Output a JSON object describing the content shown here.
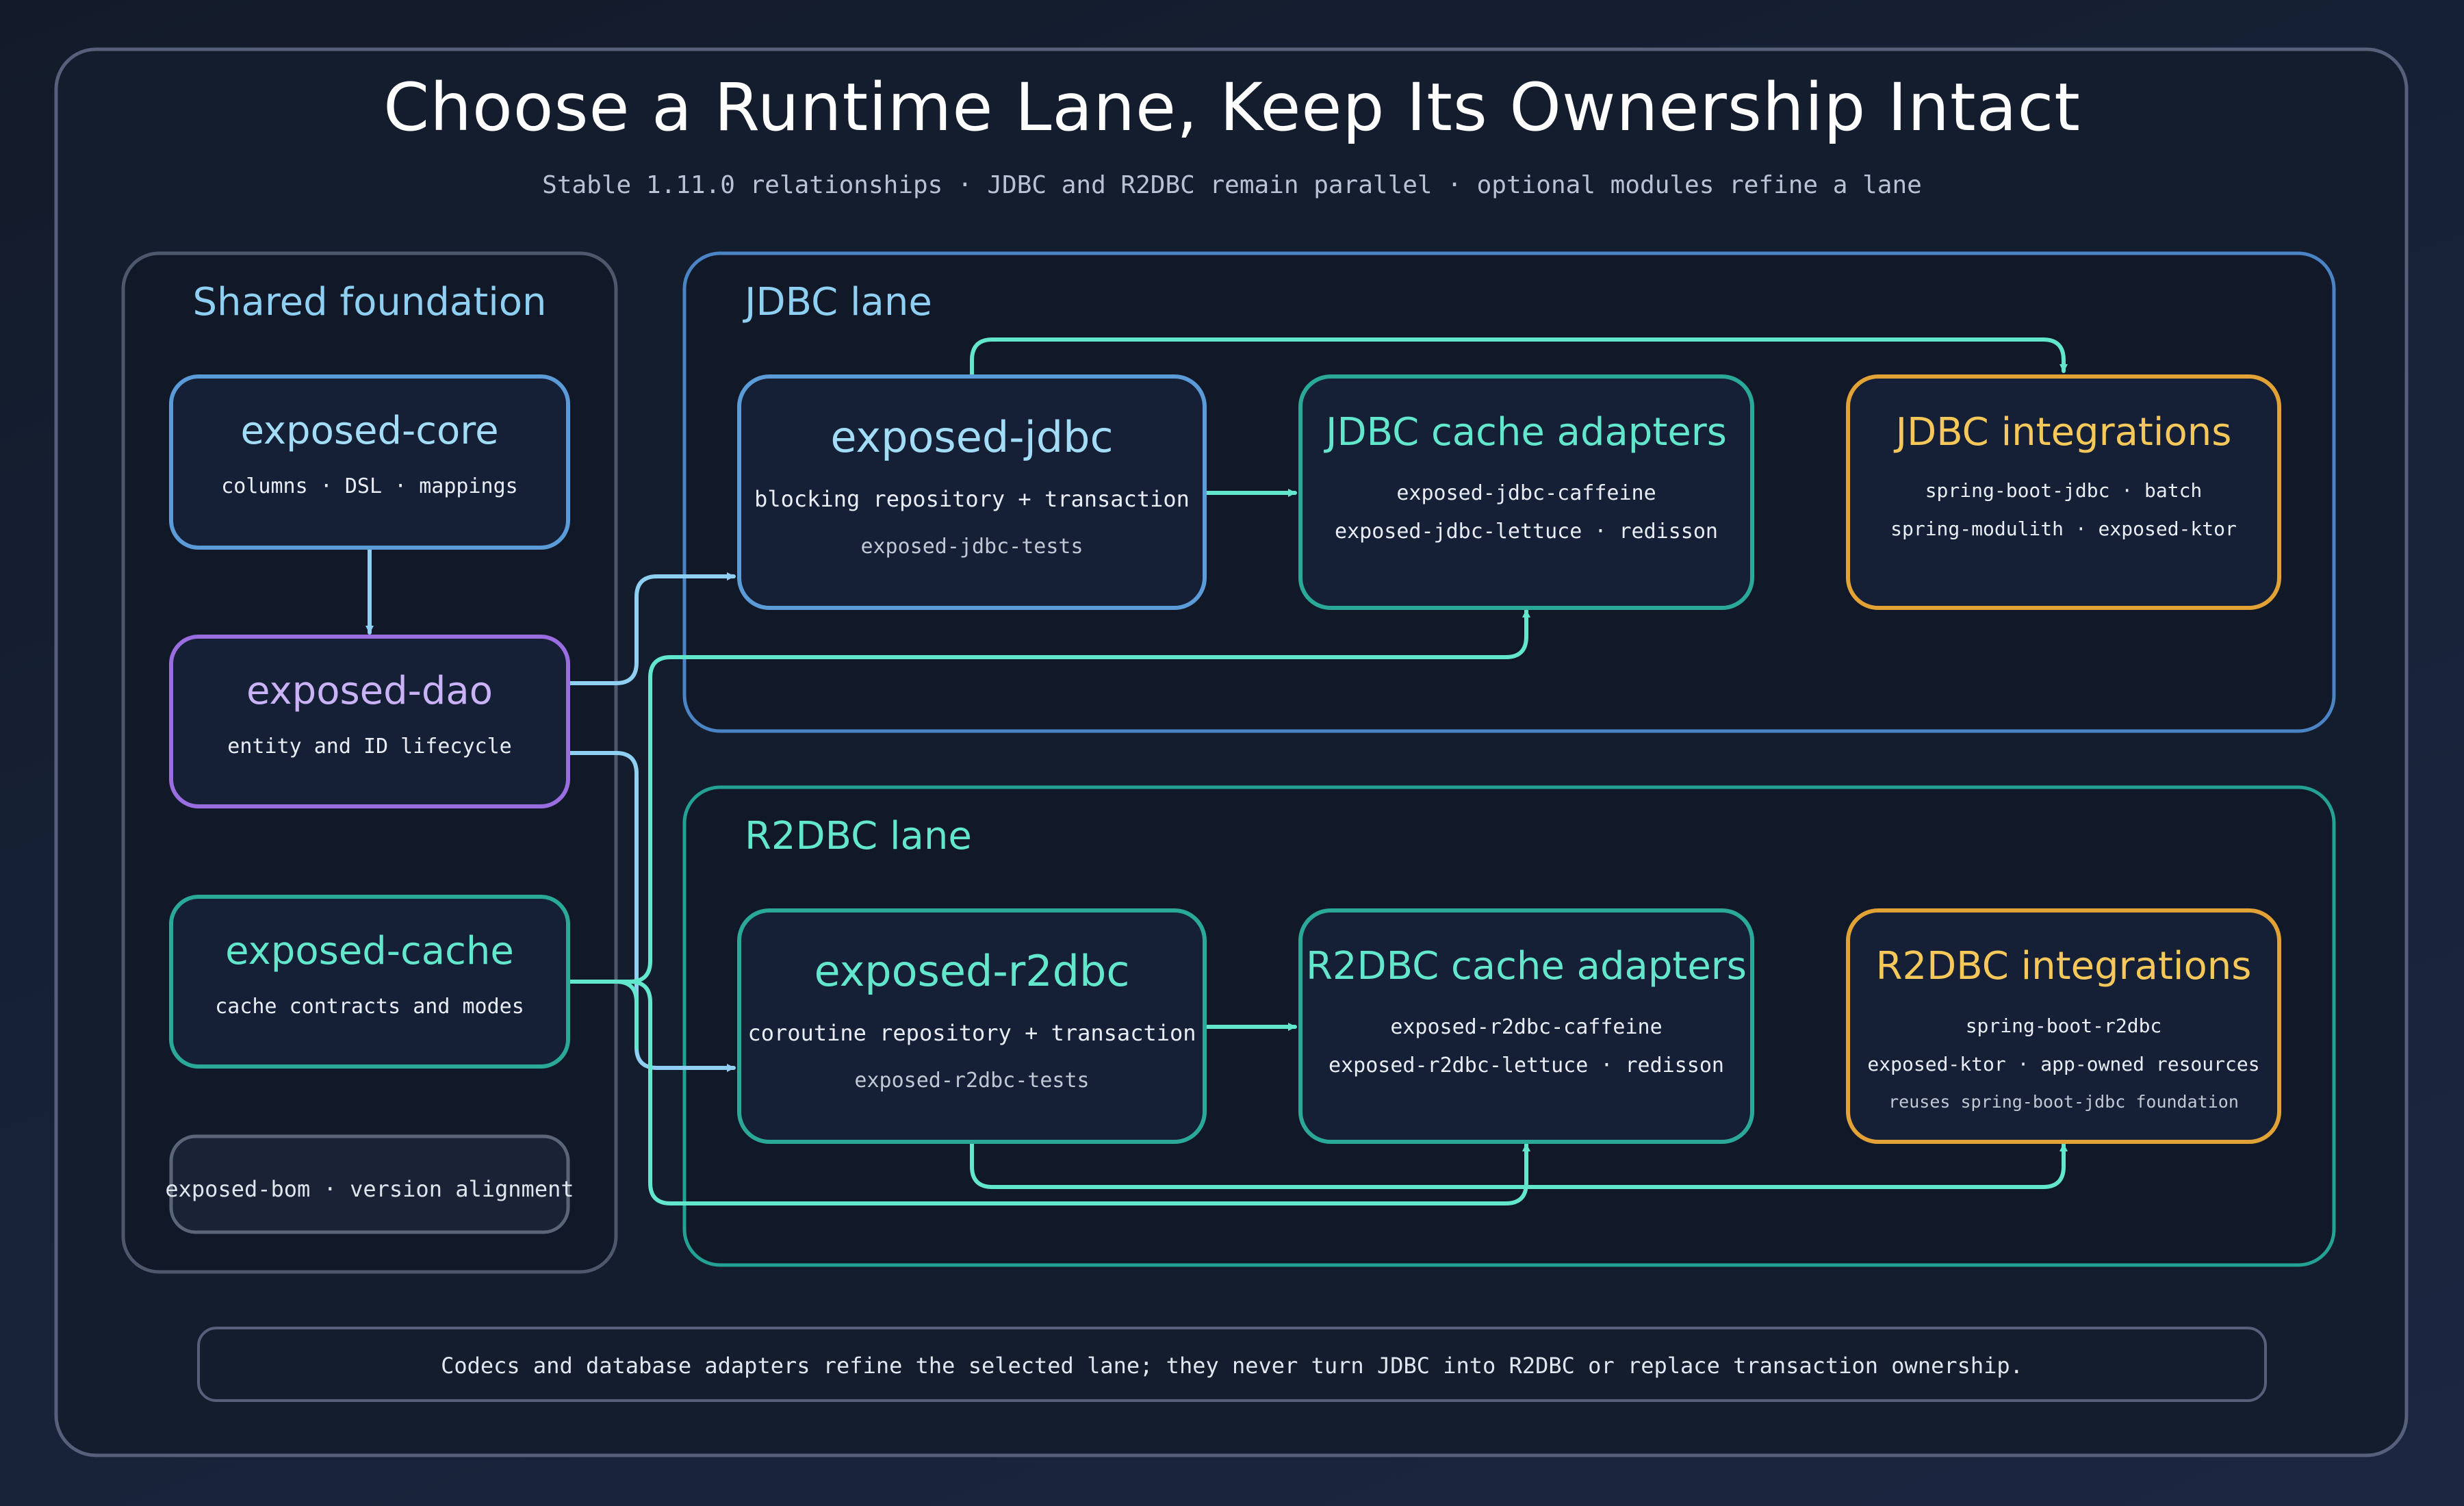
{
  "diagram": {
    "title": "Choose a Runtime Lane, Keep Its Ownership Intact",
    "subtitle": "Stable 1.11.0 relationships · JDBC and R2DBC remain parallel · optional modules refine a lane",
    "footer_note": "Codecs and database adapters refine the selected lane; they never turn JDBC into R2DBC or replace transaction ownership."
  },
  "groups": {
    "shared": {
      "label": "Shared foundation"
    },
    "jdbc": {
      "label": "JDBC lane"
    },
    "r2dbc": {
      "label": "R2DBC lane"
    }
  },
  "nodes": {
    "core": {
      "title": "exposed-core",
      "line1": "columns · DSL · mappings"
    },
    "dao": {
      "title": "exposed-dao",
      "line1": "entity and ID lifecycle"
    },
    "cache": {
      "title": "exposed-cache",
      "line1": "cache contracts and modes"
    },
    "bom": {
      "title": "exposed-bom · version alignment"
    },
    "jdbc": {
      "title": "exposed-jdbc",
      "line1": "blocking repository + transaction",
      "line2": "exposed-jdbc-tests"
    },
    "jdbc_cache": {
      "title": "JDBC cache adapters",
      "line1": "exposed-jdbc-caffeine",
      "line2": "exposed-jdbc-lettuce · redisson"
    },
    "jdbc_int": {
      "title": "JDBC integrations",
      "line1": "spring-boot-jdbc · batch",
      "line2": "spring-modulith · exposed-ktor"
    },
    "r2dbc": {
      "title": "exposed-r2dbc",
      "line1": "coroutine repository + transaction",
      "line2": "exposed-r2dbc-tests"
    },
    "r2dbc_cache": {
      "title": "R2DBC cache adapters",
      "line1": "exposed-r2dbc-caffeine",
      "line2": "exposed-r2dbc-lettuce · redisson"
    },
    "r2dbc_int": {
      "title": "R2DBC integrations",
      "line1": "spring-boot-r2dbc",
      "line2": "exposed-ktor · app-owned resources",
      "line3": "reuses spring-boot-jdbc foundation"
    }
  },
  "colors": {
    "blue": "#5b9bd8",
    "purple": "#9a6ee0",
    "teal": "#2aa898",
    "orange": "#e2a236",
    "gray": "#5a6678",
    "arrow_blue": "#8fd0f2",
    "arrow_teal": "#62e6cc"
  }
}
